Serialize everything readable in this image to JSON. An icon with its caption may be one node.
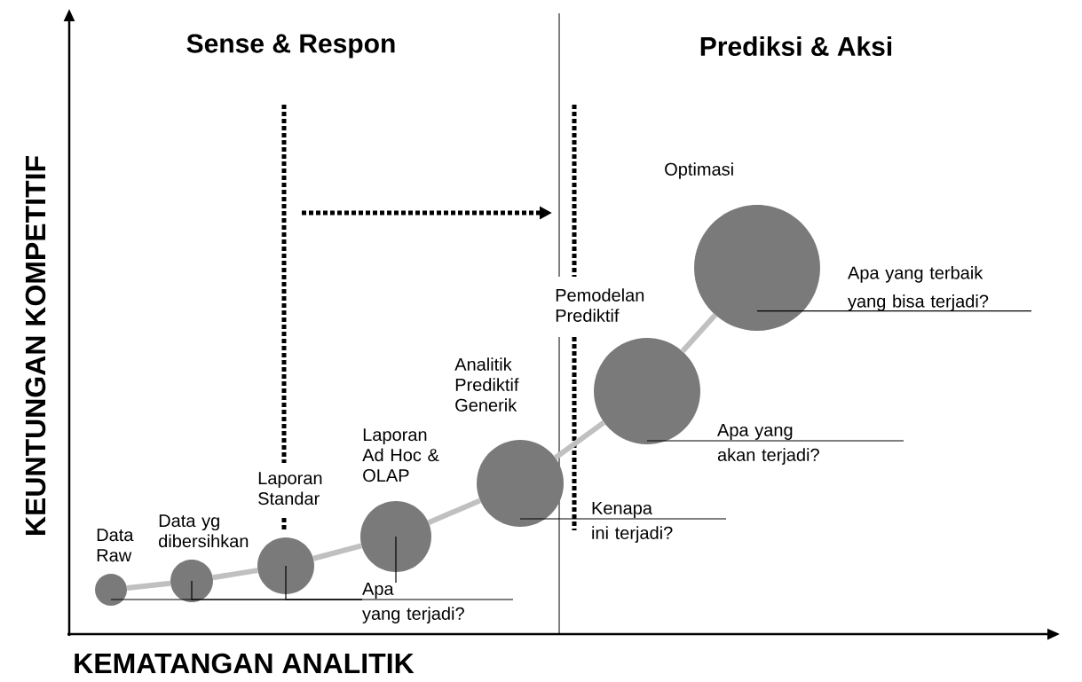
{
  "diagram": {
    "nodes": [
      {
        "text": [
          "Data Raw"
        ]
      },
      {
        "text": [
          "Data yg dibersihkan"
        ]
      },
      {
        "text": [
          "Laporan Standar"
        ]
      },
      {
        "text": [
          "Laporan Ad Hoc & OLAP"
        ]
      },
      {
        "text": [
          "Analitik Prediktif Generik"
        ]
      },
      {
        "text": [
          "Pemodelan Prediktif"
        ]
      },
      {
        "text": [
          "Optimasi"
        ]
      },
      {
        "text": [
          "Apa yang terjadi?"
        ]
      },
      {
        "text": [
          "Kenapa ini terjadi?"
        ]
      },
      {
        "text": [
          "Apa yang akan terjadi?"
        ]
      },
      {
        "text": [
          "Apa yang terbaik yang bisa terjadi?"
        ]
      }
    ],
    "edges": [
      {
        "from": 0,
        "to": 1,
        "arrow": "none",
        "style": "thick",
        "color": "#c0c0c0"
      },
      {
        "from": 1,
        "to": 2,
        "arrow": "none",
        "style": "thick",
        "color": "#c0c0c0"
      },
      {
        "from": 2,
        "to": 3,
        "arrow": "none",
        "style": "thick",
        "color": "#c0c0c0"
      },
      {
        "from": 3,
        "to": 4,
        "arrow": "none",
        "style": "thick",
        "color": "#c0c0c0"
      },
      {
        "from": 4,
        "to": 5,
        "arrow": "none",
        "style": "thick",
        "color": "#c0c0c0"
      },
      {
        "from": 5,
        "to": 6,
        "arrow": "none",
        "style": "thick",
        "color": "#c0c0c0"
      },
      {
        "from": 7,
        "to": 0,
        "arrow": "none"
      },
      {
        "from": 7,
        "to": 1,
        "arrow": "none"
      },
      {
        "from": 7,
        "to": 2,
        "arrow": "none"
      },
      {
        "from": 7,
        "to": 3,
        "arrow": "none"
      },
      {
        "from": 8,
        "to": 4,
        "arrow": "none"
      },
      {
        "from": 9,
        "to": 5,
        "arrow": "none"
      },
      {
        "from": 10,
        "to": 6,
        "arrow": "none"
      }
    ],
    "labels": [
      "Sense & Respon",
      "Prediksi & Aksi",
      "KEUNTUNGAN KOMPETITIF",
      "KEMATANGAN ANALITIK"
    ]
  }
}
